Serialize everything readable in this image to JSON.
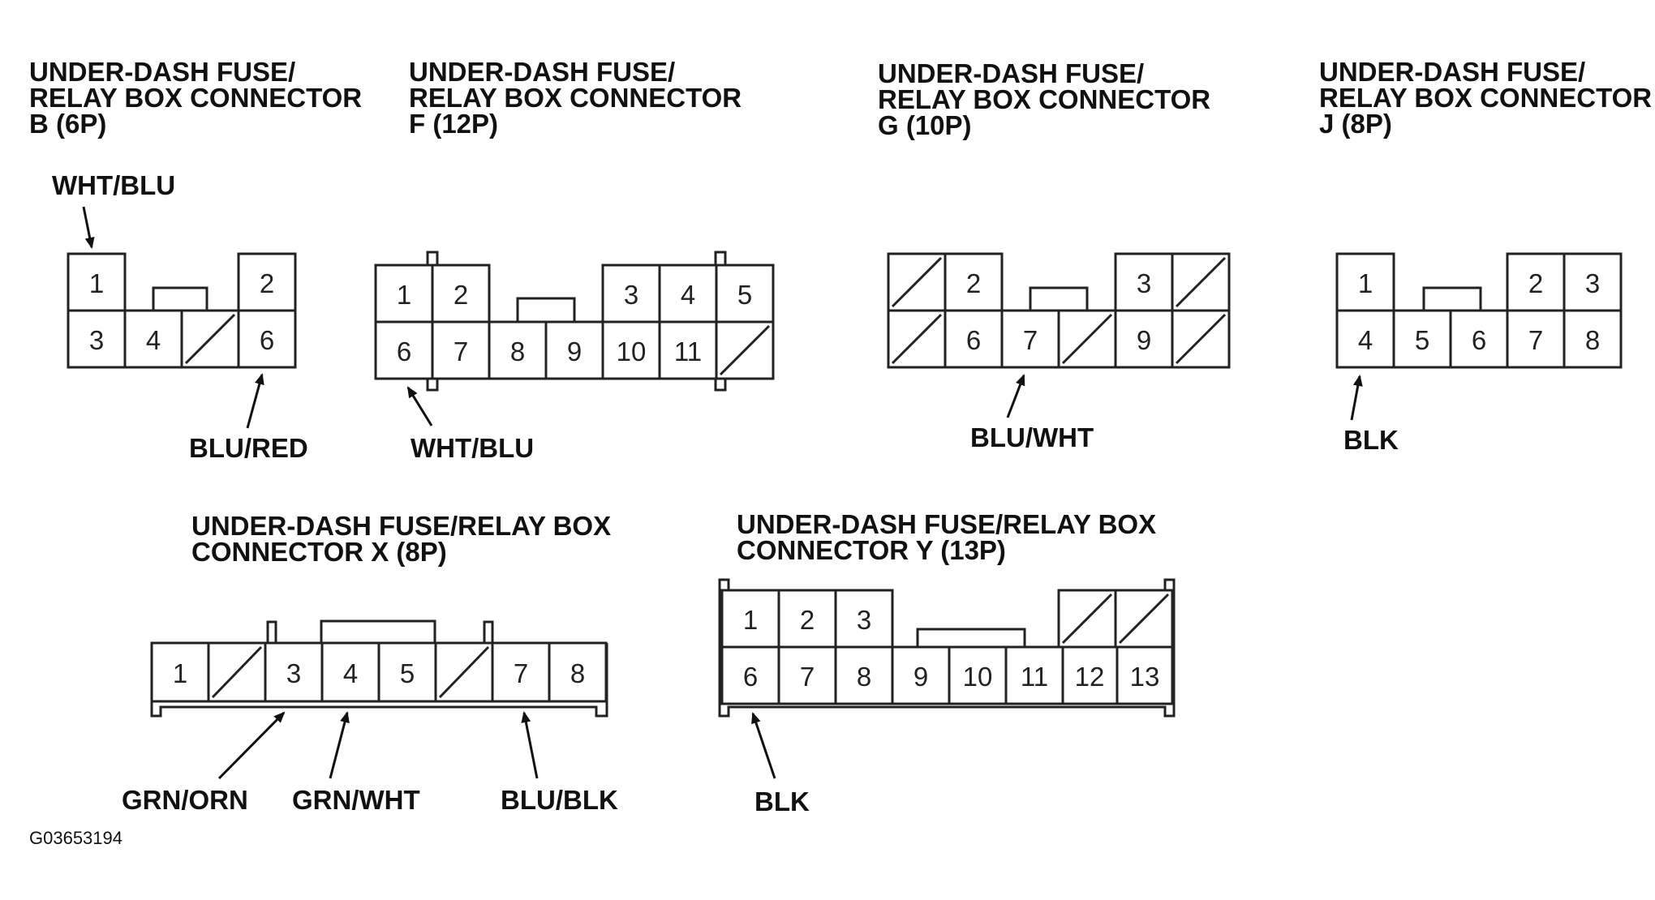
{
  "figure_code": "G03653194",
  "connectors": [
    {
      "id": "B",
      "title_lines": [
        "UNDER-DASH FUSE/",
        "RELAY BOX CONNECTOR",
        "B (6P)"
      ],
      "cells": [
        {
          "pin": "1"
        },
        {
          "pin": "2"
        },
        {
          "pin": "3"
        },
        {
          "pin": "4"
        },
        {
          "blank": true
        },
        {
          "pin": "6"
        }
      ],
      "wires": [
        {
          "color": "WHT/BLU",
          "pin": "1"
        },
        {
          "color": "BLU/RED",
          "pin": "6"
        }
      ]
    },
    {
      "id": "F",
      "title_lines": [
        "UNDER-DASH FUSE/",
        "RELAY BOX CONNECTOR",
        "F (12P)"
      ],
      "cells": [
        {
          "pin": "1"
        },
        {
          "pin": "2"
        },
        {
          "pin": "3"
        },
        {
          "pin": "4"
        },
        {
          "pin": "5"
        },
        {
          "pin": "6"
        },
        {
          "pin": "7"
        },
        {
          "pin": "8"
        },
        {
          "pin": "9"
        },
        {
          "pin": "10"
        },
        {
          "pin": "11"
        },
        {
          "blank": true
        }
      ],
      "wires": [
        {
          "color": "WHT/BLU",
          "pin": "6"
        }
      ]
    },
    {
      "id": "G",
      "title_lines": [
        "UNDER-DASH FUSE/",
        "RELAY BOX CONNECTOR",
        "G (10P)"
      ],
      "cells": [
        {
          "blank": true
        },
        {
          "pin": "2"
        },
        {
          "pin": "3"
        },
        {
          "blank": true
        },
        {
          "blank": true
        },
        {
          "pin": "6"
        },
        {
          "pin": "7"
        },
        {
          "blank": true
        },
        {
          "pin": "9"
        },
        {
          "blank": true
        }
      ],
      "wires": [
        {
          "color": "BLU/WHT",
          "pin": "7"
        }
      ]
    },
    {
      "id": "J",
      "title_lines": [
        "UNDER-DASH FUSE/",
        "RELAY BOX CONNECTOR",
        "J (8P)"
      ],
      "cells": [
        {
          "pin": "1"
        },
        {
          "pin": "2"
        },
        {
          "pin": "3"
        },
        {
          "pin": "4"
        },
        {
          "pin": "5"
        },
        {
          "pin": "6"
        },
        {
          "pin": "7"
        },
        {
          "pin": "8"
        }
      ],
      "wires": [
        {
          "color": "BLK",
          "pin": "4"
        }
      ]
    },
    {
      "id": "X",
      "title_lines": [
        "UNDER-DASH FUSE/RELAY BOX",
        "CONNECTOR X (8P)"
      ],
      "cells": [
        {
          "pin": "1"
        },
        {
          "blank": true
        },
        {
          "pin": "3"
        },
        {
          "pin": "4"
        },
        {
          "pin": "5"
        },
        {
          "blank": true
        },
        {
          "pin": "7"
        },
        {
          "pin": "8"
        }
      ],
      "wires": [
        {
          "color": "GRN/ORN",
          "pin": "3"
        },
        {
          "color": "GRN/WHT",
          "pin": "4"
        },
        {
          "color": "BLU/BLK",
          "pin": "7"
        }
      ]
    },
    {
      "id": "Y",
      "title_lines": [
        "UNDER-DASH FUSE/RELAY BOX",
        "CONNECTOR Y (13P)"
      ],
      "cells": [
        {
          "pin": "1"
        },
        {
          "pin": "2"
        },
        {
          "pin": "3"
        },
        {
          "blank": true
        },
        {
          "blank": true
        },
        {
          "pin": "6"
        },
        {
          "pin": "7"
        },
        {
          "pin": "8"
        },
        {
          "pin": "9"
        },
        {
          "pin": "10"
        },
        {
          "pin": "11"
        },
        {
          "pin": "12"
        },
        {
          "pin": "13"
        }
      ],
      "wires": [
        {
          "color": "BLK",
          "pin": "6"
        }
      ]
    }
  ]
}
